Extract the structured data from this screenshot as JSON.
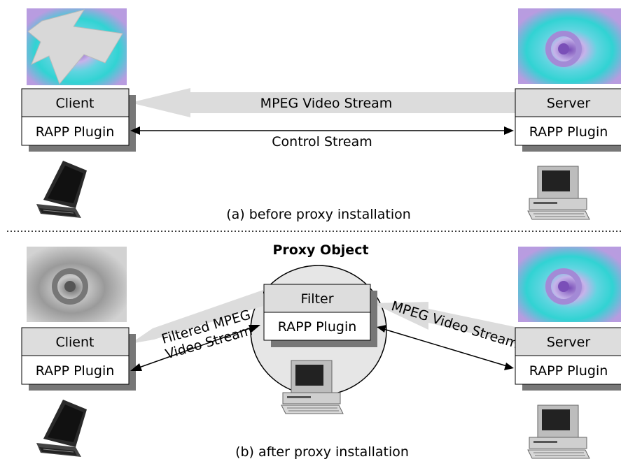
{
  "panel_a": {
    "caption": "(a) before proxy installation",
    "client": {
      "title": "Client",
      "plugin": "RAPP Plugin"
    },
    "server": {
      "title": "Server",
      "plugin": "RAPP Plugin"
    },
    "video_stream_label": "MPEG Video Stream",
    "control_stream_label": "Control Stream"
  },
  "panel_b": {
    "caption": "(b) after proxy installation",
    "client": {
      "title": "Client",
      "plugin": "RAPP Plugin"
    },
    "server": {
      "title": "Server",
      "plugin": "RAPP Plugin"
    },
    "proxy": {
      "title": "Proxy Object",
      "filter": "Filter",
      "plugin": "RAPP Plugin"
    },
    "filtered_stream_label_line1": "Filtered MPEG",
    "filtered_stream_label_line2": "Video Stream",
    "video_stream_label": "MPEG Video Stream"
  },
  "colors": {
    "box_shadow": "#777777",
    "title_box_fill": "#dddddd",
    "stream_arrow": "#dcdcdc",
    "fractal_cyan": "#33d6d6",
    "fractal_purple": "#a37ad9",
    "fractal_gray": "#9a9a9a",
    "ellipse_fill": "#e6e6e6"
  },
  "icons": [
    "laptop-icon",
    "desktop-computer-icon",
    "fractal-image"
  ]
}
